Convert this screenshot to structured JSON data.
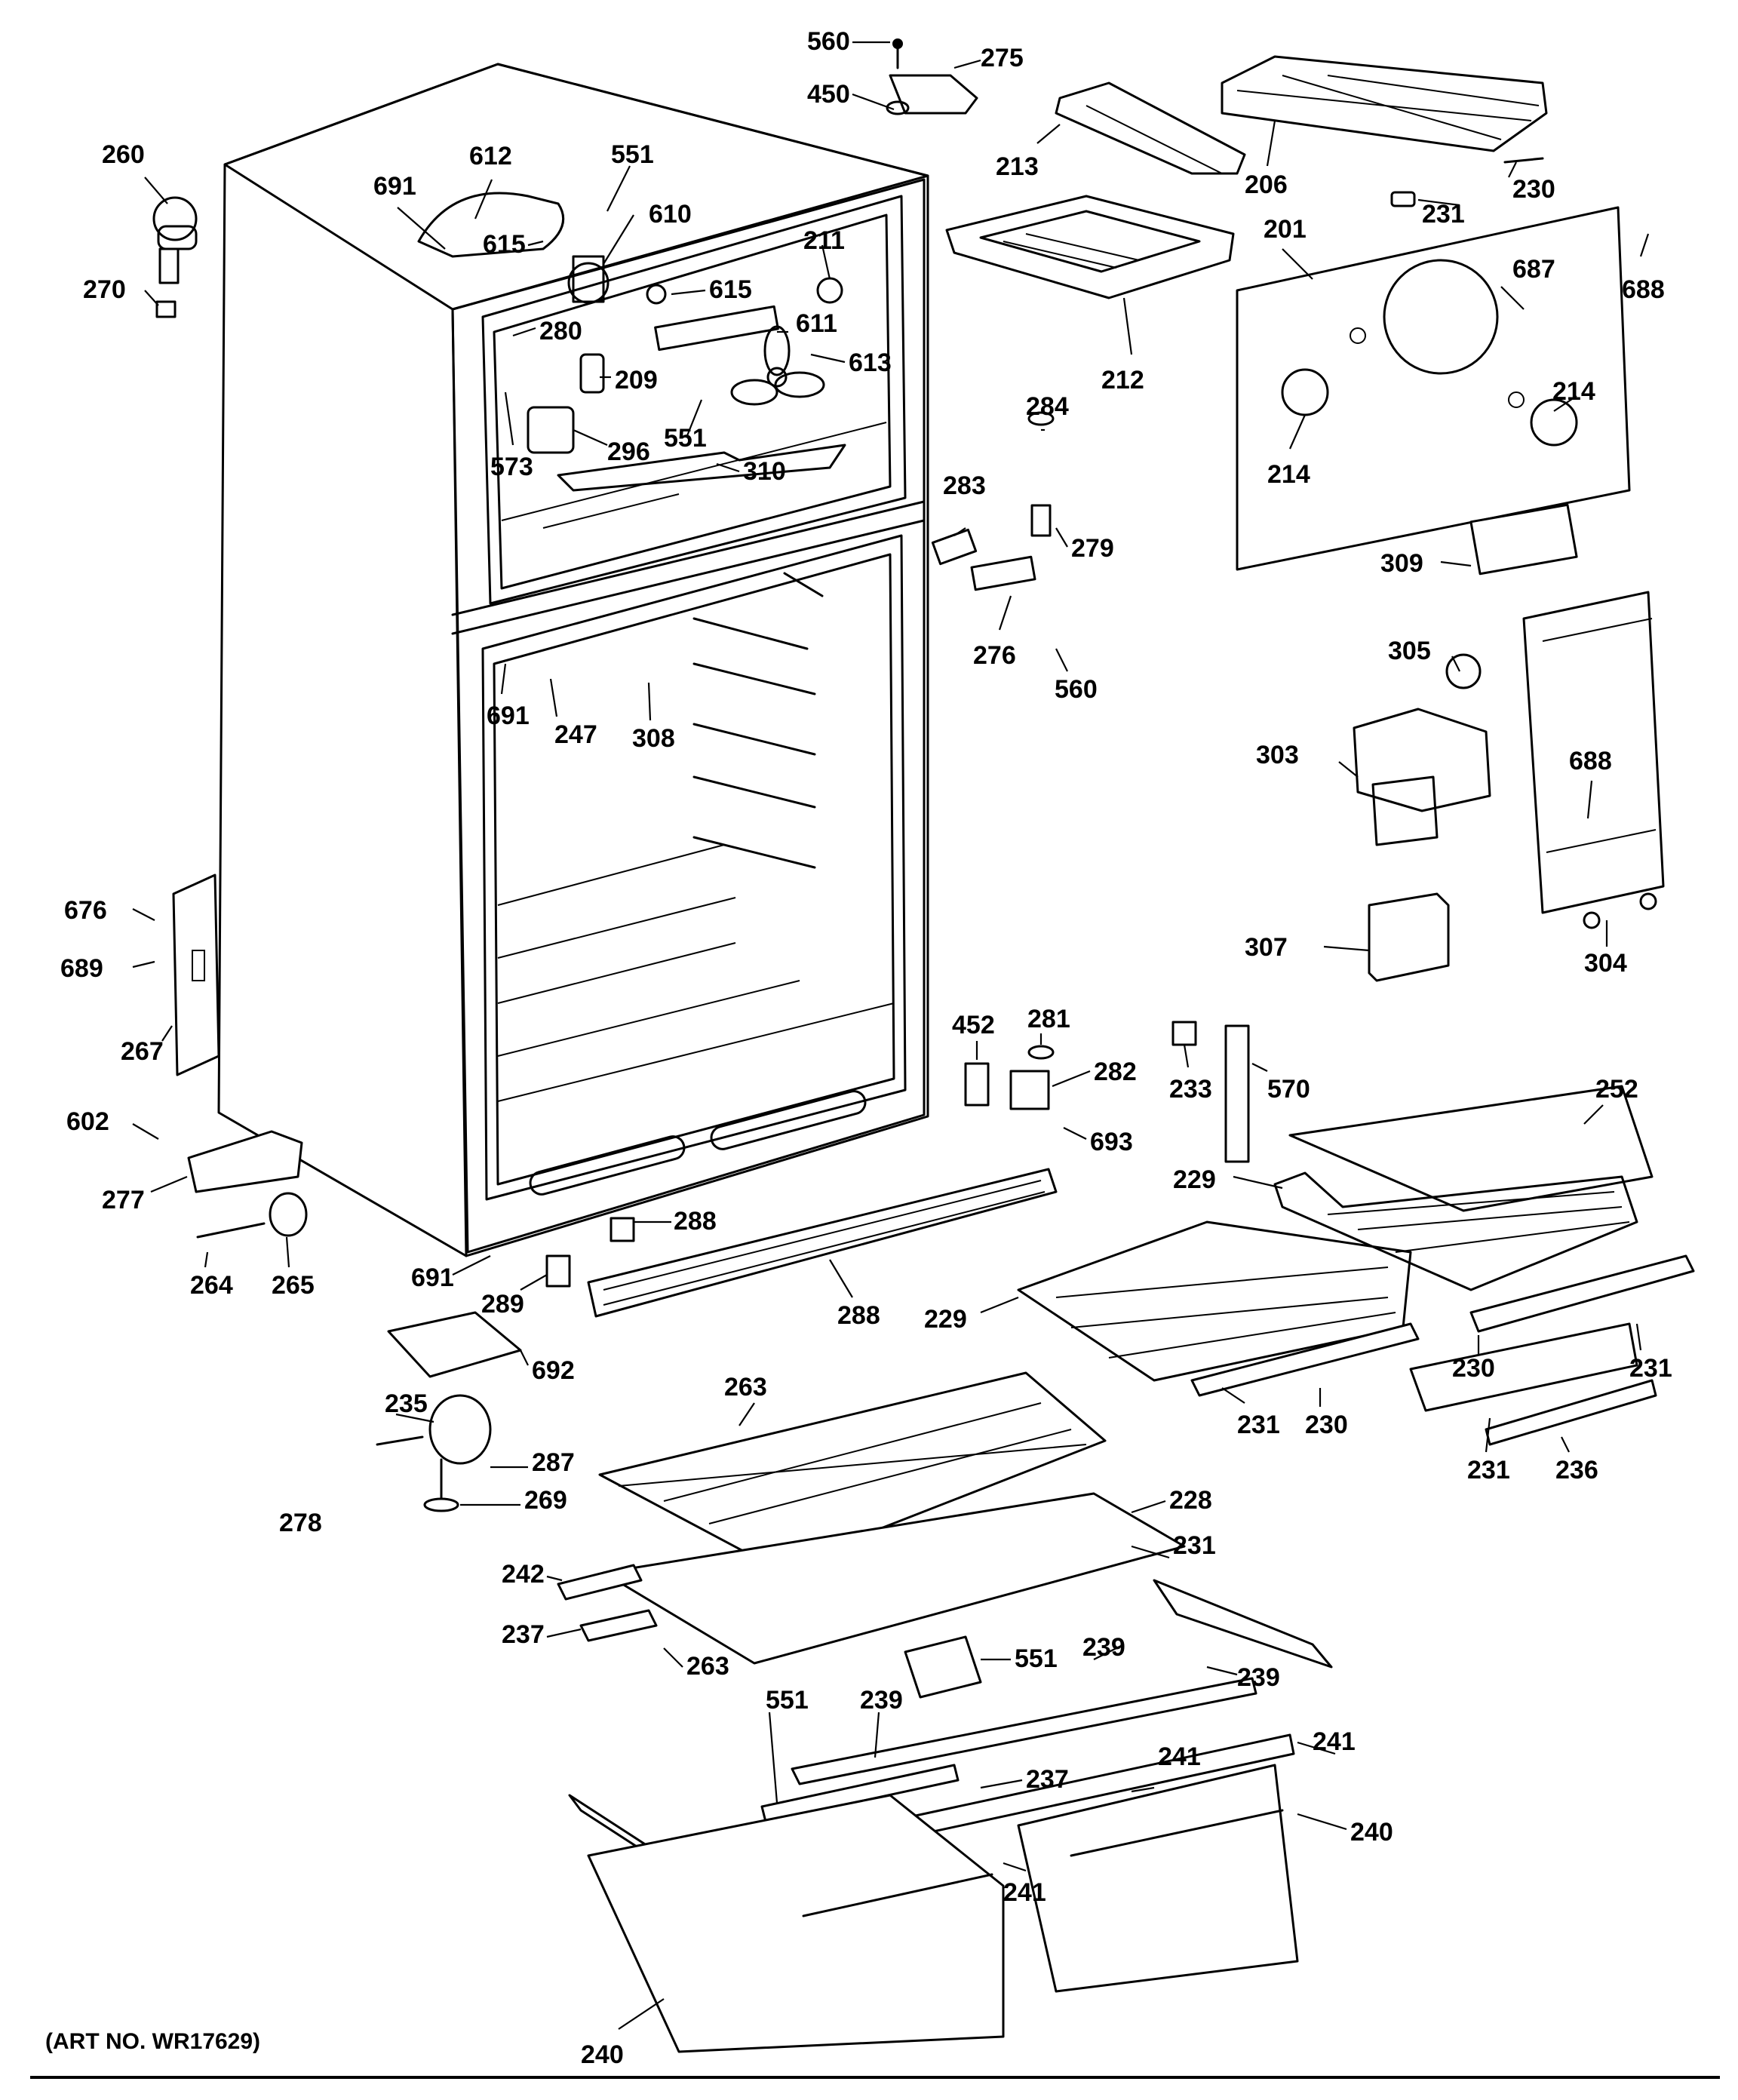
{
  "art_number": "(ART NO. WR17629)",
  "callouts": [
    "560",
    "275",
    "450",
    "213",
    "206",
    "230",
    "231",
    "201",
    "688",
    "687",
    "214",
    "214",
    "212",
    "260",
    "270",
    "612",
    "551",
    "691",
    "610",
    "211",
    "615",
    "615",
    "611",
    "613",
    "280",
    "209",
    "573",
    "296",
    "551",
    "310",
    "284",
    "283",
    "279",
    "276",
    "560",
    "309",
    "305",
    "303",
    "688",
    "307",
    "304",
    "691",
    "247",
    "308",
    "676",
    "689",
    "267",
    "602",
    "277",
    "264",
    "265",
    "691",
    "288",
    "289",
    "288",
    "452",
    "281",
    "282",
    "693",
    "233",
    "570",
    "252",
    "229",
    "229",
    "230",
    "231",
    "231",
    "230",
    "231",
    "236",
    "235",
    "692",
    "287",
    "278",
    "269",
    "263",
    "228",
    "231",
    "242",
    "237",
    "263",
    "551",
    "239",
    "239",
    "551",
    "239",
    "237",
    "241",
    "240",
    "241",
    "241",
    "240"
  ],
  "colors": {
    "line": "#000000",
    "background": "#ffffff"
  }
}
